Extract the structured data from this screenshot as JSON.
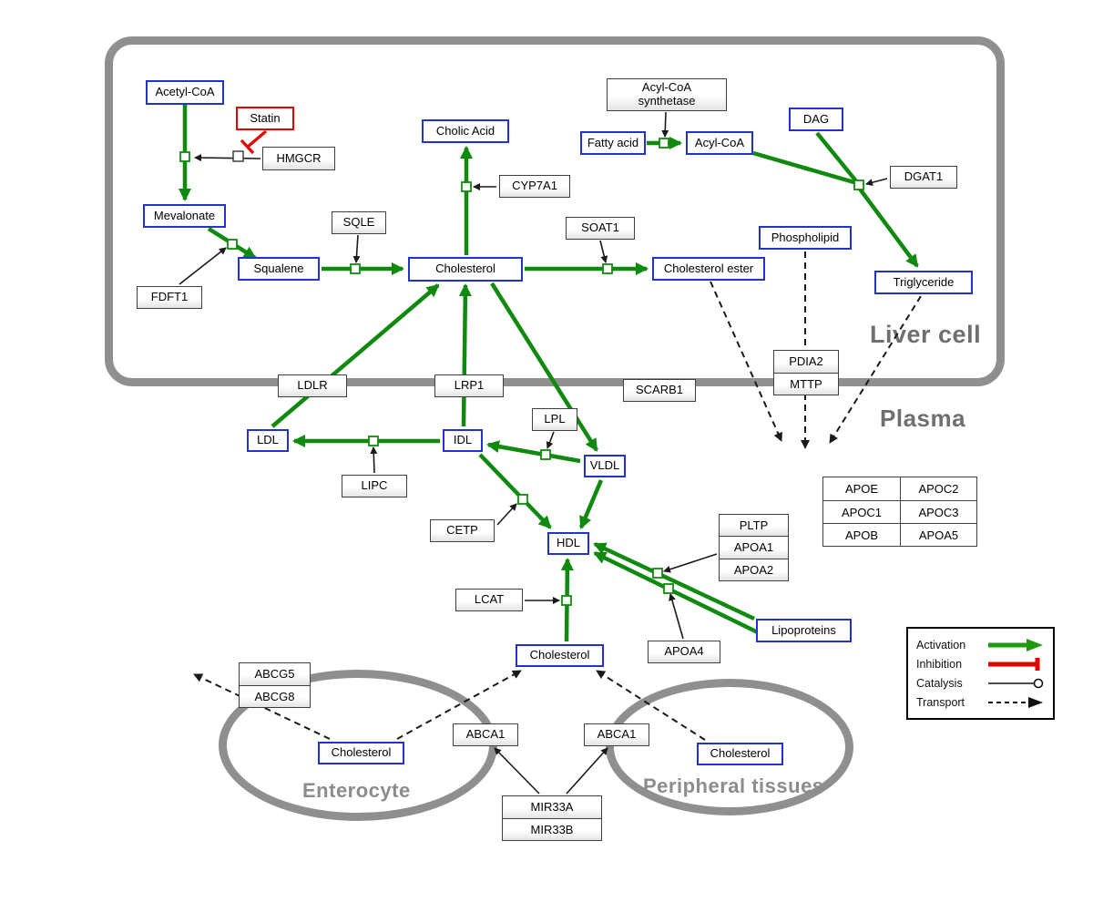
{
  "regions": {
    "liver": "Liver cell",
    "plasma": "Plasma",
    "enterocyte": "Enterocyte",
    "peripheral": "Peripheral tissues"
  },
  "nodes": {
    "acetyl_coa": "Acetyl-CoA",
    "statin": "Statin",
    "hmgcr": "HMGCR",
    "mevalonate": "Mevalonate",
    "fdft1": "FDFT1",
    "squalene": "Squalene",
    "sqle": "SQLE",
    "cholic_acid": "Cholic Acid",
    "cyp7a1": "CYP7A1",
    "cholesterol": "Cholesterol",
    "soat1": "SOAT1",
    "cholesterol_ester": "Cholesterol ester",
    "fatty_acid": "Fatty acid",
    "acyl_coa": "Acyl-CoA",
    "acyl_coa_synthetase": {
      "line1": "Acyl-CoA",
      "line2": "synthetase"
    },
    "dag": "DAG",
    "dgat1": "DGAT1",
    "phospholipid": "Phospholipid",
    "triglyceride": "Triglyceride",
    "pdia2": "PDIA2",
    "mttp": "MTTP",
    "ldlr": "LDLR",
    "lrp1": "LRP1",
    "scarb1": "SCARB1",
    "ldl": "LDL",
    "idl": "IDL",
    "vldl": "VLDL",
    "lipc": "LIPC",
    "lpl": "LPL",
    "cetp": "CETP",
    "hdl": "HDL",
    "lcat": "LCAT",
    "pltp": "PLTP",
    "apoa1": "APOA1",
    "apoa2": "APOA2",
    "apoa4": "APOA4",
    "lipoproteins": "Lipoproteins",
    "abcg5": "ABCG5",
    "abcg8": "ABCG8",
    "abca1": "ABCA1",
    "mir33a": "MIR33A",
    "mir33b": "MIR33B"
  },
  "apo_table": {
    "rows": [
      [
        "APOE",
        "APOC2"
      ],
      [
        "APOC1",
        "APOC3"
      ],
      [
        "APOB",
        "APOA5"
      ]
    ]
  },
  "legend": {
    "activation": "Activation",
    "inhibition": "Inhibition",
    "catalysis": "Catalysis",
    "transport": "Transport"
  },
  "colors": {
    "metabolite_border": "#2233cc",
    "inhibitor_border": "#e60000",
    "activation_green": "#0f8a0f",
    "inhibition_red": "#e60000",
    "membrane_gray": "#8f8f8f"
  }
}
